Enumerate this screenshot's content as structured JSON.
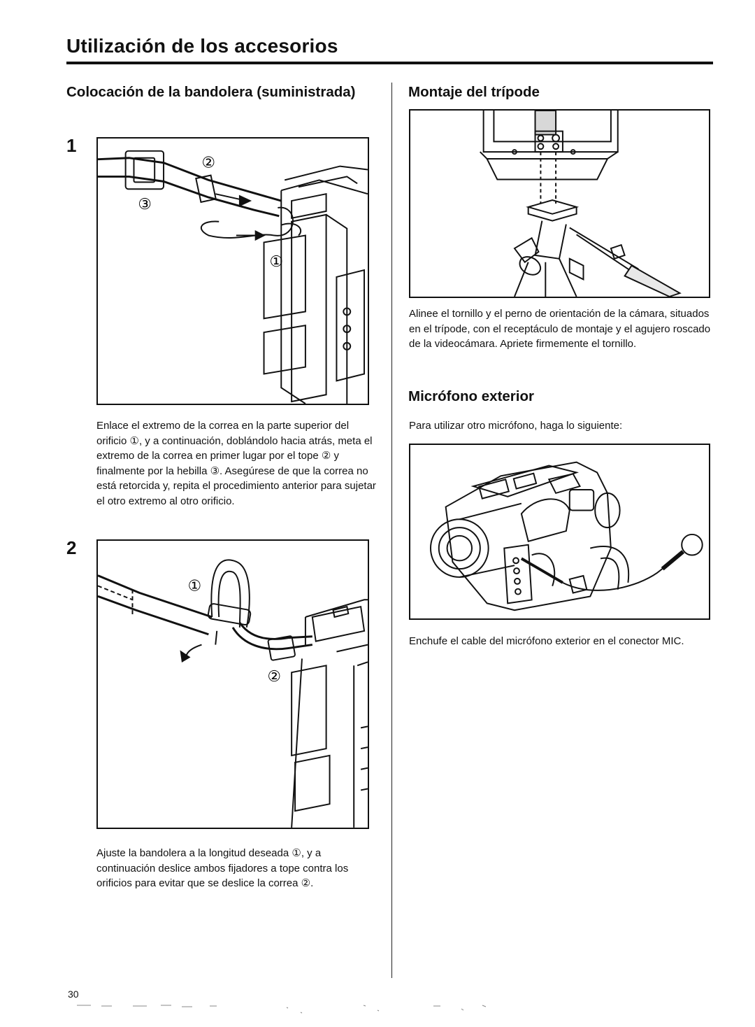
{
  "page": {
    "title": "Utilización de los accesorios",
    "number": "30"
  },
  "left": {
    "heading": "Colocación de la bandolera (suministrada)",
    "step1": {
      "number": "1",
      "callouts": [
        "①",
        "②",
        "③"
      ],
      "text": "Enlace el extremo de la correa en la parte superior del orificio ①, y a continuación, doblándolo hacia atrás, meta el extremo de la correa en primer lugar por el tope ② y finalmente por la hebilla ③. Asegúrese de que la correa no está retorcida y, repita el procedimiento anterior para sujetar el otro extremo al otro orificio."
    },
    "step2": {
      "number": "2",
      "callouts": [
        "①",
        "②"
      ],
      "text": "Ajuste la bandolera a la longitud deseada ①, y a continuación deslice ambos fijadores a tope contra los orificios para evitar que se deslice la correa ②."
    }
  },
  "right": {
    "tripod": {
      "heading": "Montaje del trípode",
      "text": "Alinee el tornillo y el perno de orientación de la cámara, situados en el trípode, con el receptáculo de montaje y el agujero roscado de la videocámara. Apriete firmemente el tornillo."
    },
    "mic": {
      "heading": "Micrófono exterior",
      "intro": "Para utilizar otro micrófono, haga lo siguiente:",
      "text": "Enchufe el cable del micrófono exterior en el conector MIC."
    }
  }
}
